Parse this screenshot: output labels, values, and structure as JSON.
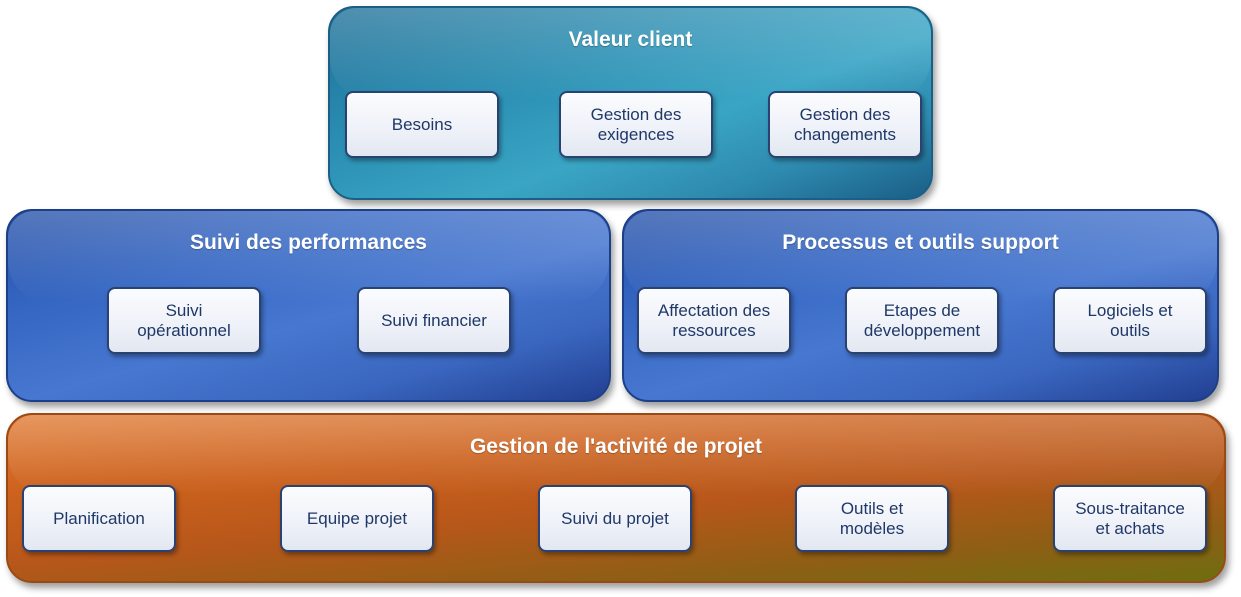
{
  "panels": {
    "valeur_client": {
      "title": "Valeur client",
      "items": [
        "Besoins",
        "Gestion des\nexigences",
        "Gestion des\nchangements"
      ]
    },
    "suivi_performances": {
      "title": "Suivi des performances",
      "items": [
        "Suivi\nopérationnel",
        "Suivi financier"
      ]
    },
    "processus_outils": {
      "title": "Processus et outils support",
      "items": [
        "Affectation des\nressources",
        "Etapes de\ndéveloppement",
        "Logiciels et\noutils"
      ]
    },
    "gestion_activite": {
      "title": "Gestion de l'activité de projet",
      "items": [
        "Planification",
        "Equipe projet",
        "Suivi du projet",
        "Outils et\nmodèles",
        "Sous-traitance\net achats"
      ]
    }
  }
}
